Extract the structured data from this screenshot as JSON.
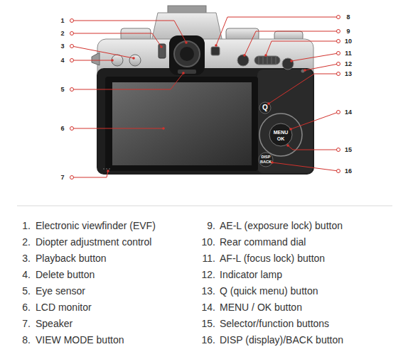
{
  "diagram": {
    "labels": [
      "1",
      "2",
      "3",
      "4",
      "5",
      "6",
      "7",
      "8",
      "9",
      "10",
      "11",
      "12",
      "13",
      "14",
      "15",
      "16",
      "1.",
      "Electronic viewfinder (EVF)",
      "2.",
      "Diopter adjustment control",
      "3.",
      "Playback button",
      "4.",
      "Delete button",
      "5.",
      "Eye sensor",
      "6.",
      "LCD monitor",
      "7.",
      "Speaker",
      "8.",
      "VIEW MODE button",
      "9.",
      "AE-L (exposure lock) button",
      "10.",
      "Rear command dial",
      "11.",
      "AF-L (focus lock) button",
      "12.",
      "Indicator lamp",
      "13.",
      "Q (quick menu) button",
      "14.",
      "MENU / OK button",
      "15.",
      "Selector/function buttons",
      "16.",
      "DISP (display)/BACK button",
      "Q",
      "MENU",
      "OK",
      "DISP",
      "BACK"
    ]
  }
}
